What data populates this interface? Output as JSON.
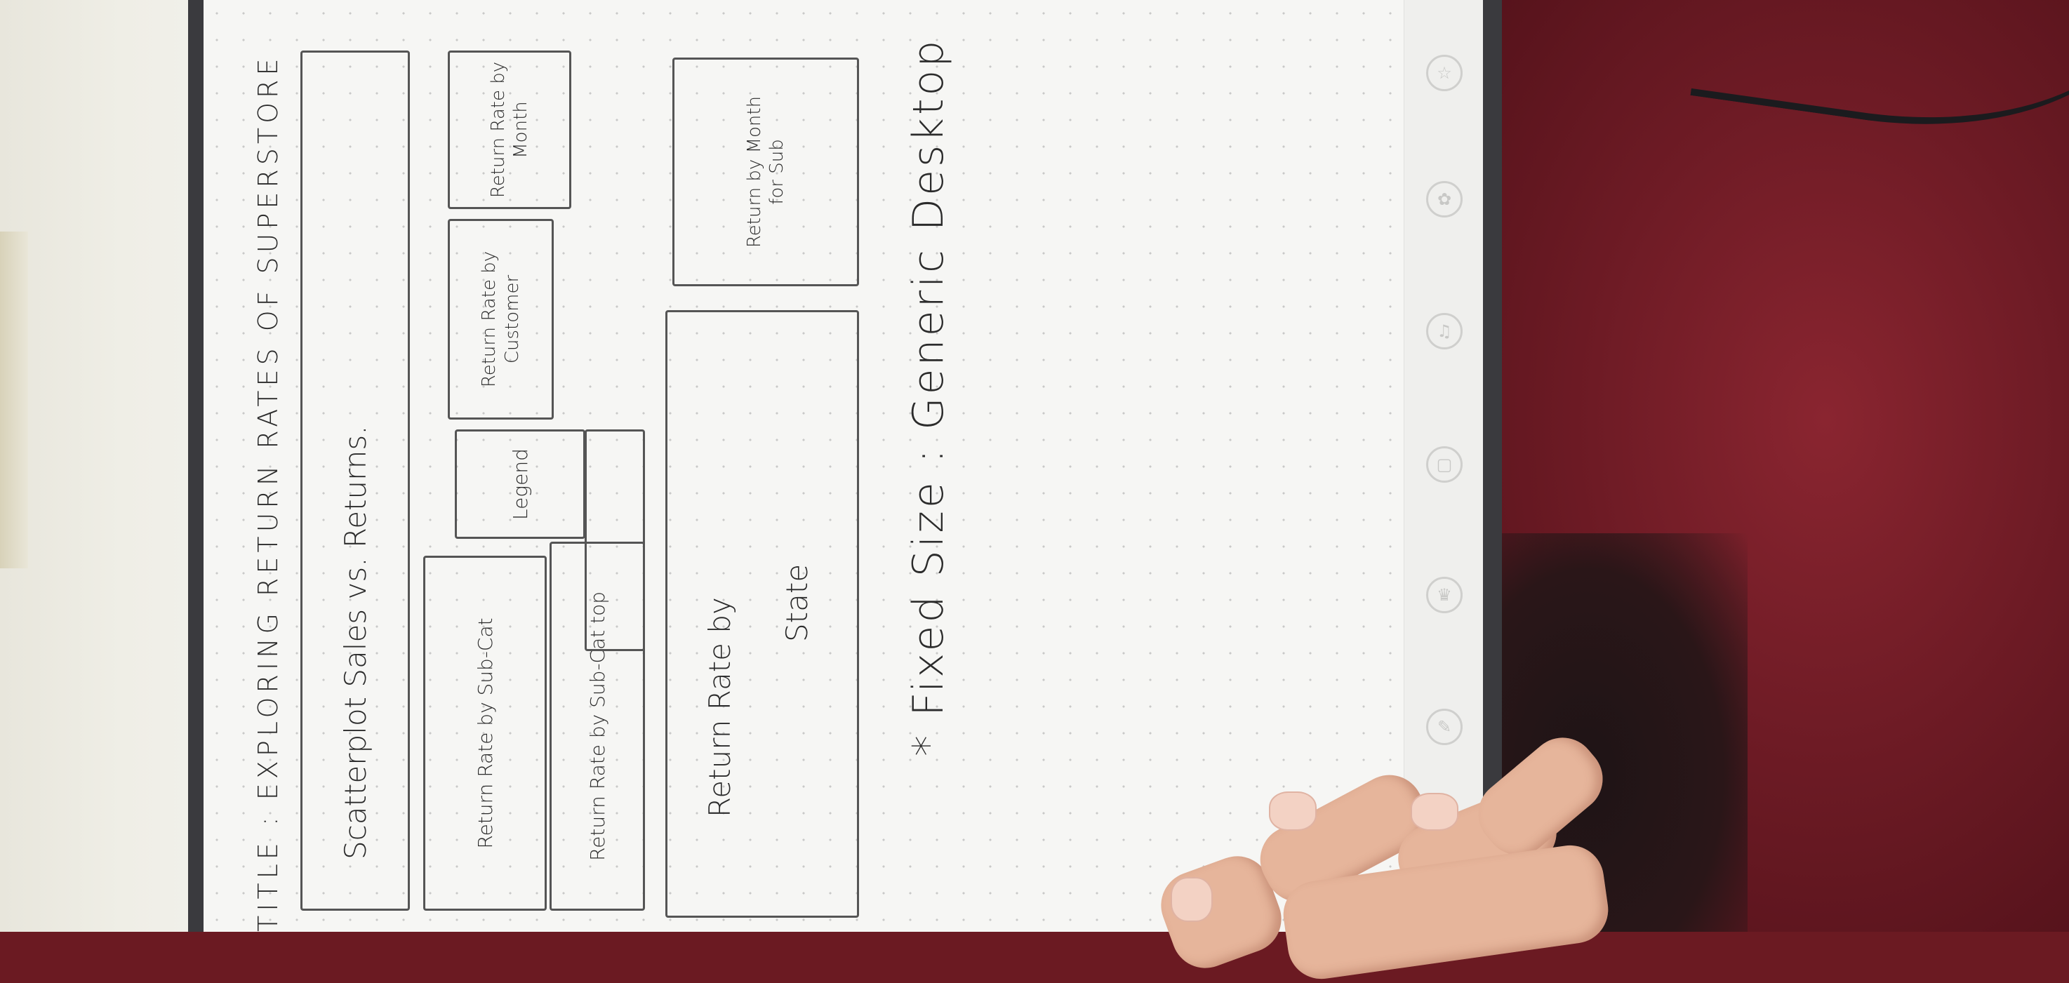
{
  "sketch": {
    "title": "TITLE : EXPLORING RETURN RATES OF SUPERSTORE",
    "scatterplot": "Scatterplot  Sales vs.  Returns.",
    "legend": "Legend",
    "return_rate_subcat": "Return Rate by Sub-Cat",
    "return_rate_subcat_top": "Return Rate by Sub-Cat top",
    "return_rate_customer": "Return Rate by Customer",
    "return_rate_month": "Return Rate by Month",
    "return_rate_state_1": "Return Rate by",
    "return_rate_state_2": "State",
    "return_month_subcat": "Return by Month for Sub",
    "footnote": "* Fixed Size : Generic Desktop"
  },
  "tablet_icons": [
    "star-icon",
    "flower-icon",
    "bell-icon",
    "tablet-icon",
    "crown-icon",
    "pen-icon"
  ],
  "colors": {
    "paper": "#f6f6f4",
    "ink": "#2b2b2b",
    "fabric": "#6e1b25",
    "skin": "#e6b59b"
  }
}
